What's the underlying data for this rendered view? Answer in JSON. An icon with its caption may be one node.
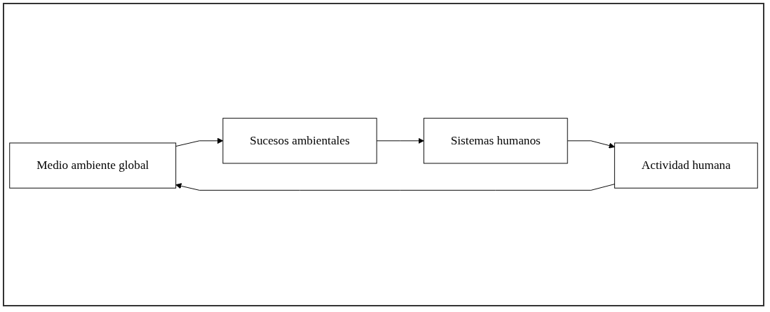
{
  "diagram": {
    "nodes": [
      {
        "text": [
          "Medio ambiente global"
        ]
      },
      {
        "text": [
          "Actividad humana"
        ]
      },
      {
        "text": [
          "Sucesos ambientales"
        ]
      },
      {
        "text": [
          "Sistemas humanos"
        ]
      }
    ],
    "edges": [
      {
        "from": 1,
        "to": 0,
        "arrow": "to"
      },
      {
        "from": 0,
        "to": 2,
        "arrow": "to"
      },
      {
        "from": 2,
        "to": 3,
        "arrow": "to"
      },
      {
        "from": 3,
        "to": 1,
        "arrow": "to"
      }
    ]
  }
}
